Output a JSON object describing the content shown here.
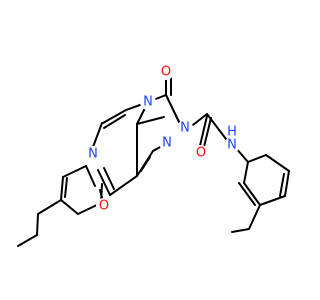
{
  "atom_labels": {
    "carbonyl_o_ring": "O",
    "ring_n_left_top": "N",
    "triazole_n_2": "N",
    "triazole_n_1": "N",
    "pyrazine_n_left": "N",
    "ether_o": "O",
    "amide_o": "O",
    "amide_nh": "N",
    "amide_h": "H"
  },
  "colors": {
    "bond": "#000000",
    "nitrogen": "#1f44ff",
    "oxygen": "#ff0d0d",
    "background": "#ffffff"
  }
}
